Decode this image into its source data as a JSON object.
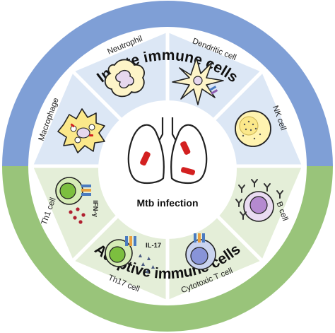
{
  "title_top": "Innate immune cells",
  "title_bottom": "Adaptive immune cells",
  "center": "Mtb infection",
  "innate_cells": [
    "Neutrophil",
    "Dendritic cell",
    "NK cell",
    "Macrophage"
  ],
  "adaptive_cells": [
    "Th1 cell",
    "Th17 cell",
    "Cytotoxic T cell",
    "B cell"
  ],
  "cytokines": {
    "ifn": "IFN-γ",
    "il17": "IL-17"
  },
  "colors": {
    "innate_ring": "#7f9fd6",
    "adaptive_ring": "#99c47a",
    "innate_fill": "#dce7f5",
    "adaptive_fill": "#e4eed8",
    "lesion": "#d32020"
  }
}
